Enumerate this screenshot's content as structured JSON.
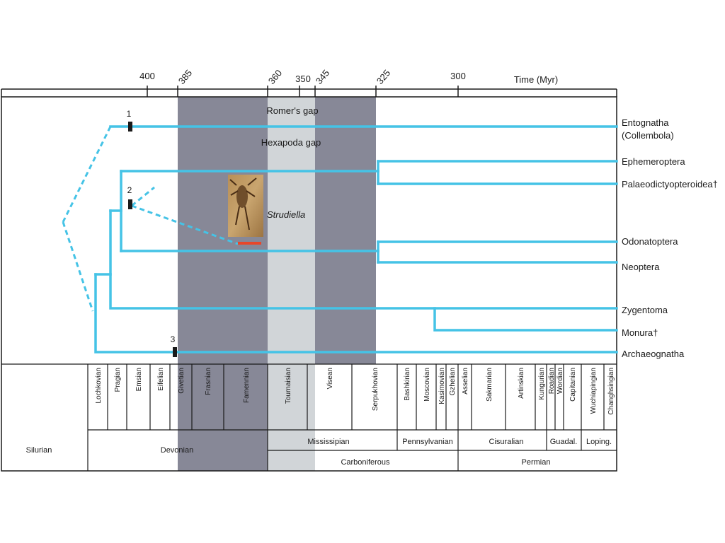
{
  "time_axis": {
    "title": "Time (Myr)",
    "ticks": [
      "400",
      "350",
      "300"
    ],
    "slanted_ticks": [
      "385",
      "360",
      "345",
      "325"
    ]
  },
  "gaps": {
    "romer": "Romer's gap",
    "hexapoda": "Hexapoda gap"
  },
  "fossil": {
    "name": "Strudiella"
  },
  "nodes": [
    "1",
    "2",
    "3"
  ],
  "taxa": [
    "Entognatha",
    "(Collembola)",
    "Ephemeroptera",
    "Palaeodictyopteroidea†",
    "Odonatoptera",
    "Neoptera",
    "Zygentoma",
    "Monura†",
    "Archaeognatha"
  ],
  "stages": [
    "Lochkovian",
    "Pragian",
    "Emsian",
    "Eifelian",
    "Givetian",
    "Frasnian",
    "Famennian",
    "Tournaisian",
    "Visean",
    "Serpukhovian",
    "Bashkirian",
    "Moscovian",
    "Kasimovian",
    "Gzhelian",
    "Asselian",
    "Sakmarian",
    "Artinskian",
    "Kungurian",
    "Roadian",
    "Wordian",
    "Capitanian",
    "Wuchiapingian",
    "Changhsingian"
  ],
  "epochs": [
    "Silurian",
    "Devonian",
    "Mississipian",
    "Pennsylvanian",
    "Cisuralian",
    "Guadal.",
    "Loping."
  ],
  "periods": [
    "Carboniferous",
    "Permian"
  ],
  "colors": {
    "branch": "#45c3e6",
    "gap_dark": "#878897",
    "gap_light": "#d1d5d8",
    "scale_bar": "#e8462a",
    "node_marker": "#1a1a1a"
  }
}
